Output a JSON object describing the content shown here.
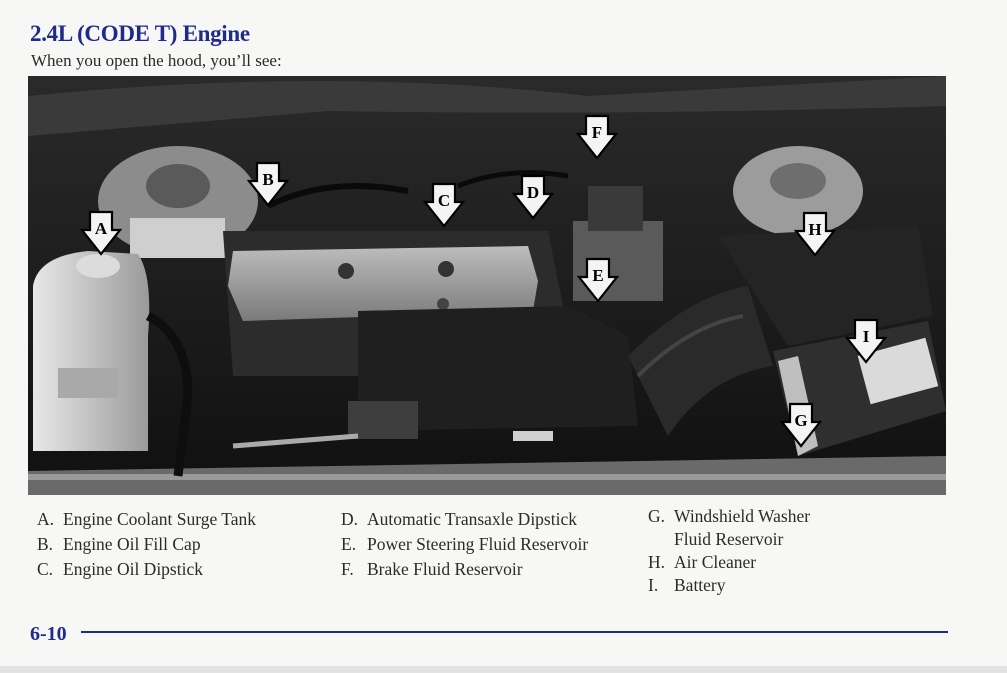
{
  "header": {
    "title": "2.4L (CODE T) Engine",
    "subtitle": "When you open the hood, you’ll see:"
  },
  "photo": {
    "markers": [
      {
        "letter": "A",
        "name": "engine-coolant-surge-tank"
      },
      {
        "letter": "B",
        "name": "engine-oil-fill-cap"
      },
      {
        "letter": "C",
        "name": "engine-oil-dipstick"
      },
      {
        "letter": "D",
        "name": "automatic-transaxle-dipstick"
      },
      {
        "letter": "E",
        "name": "power-steering-fluid-reservoir"
      },
      {
        "letter": "F",
        "name": "brake-fluid-reservoir"
      },
      {
        "letter": "G",
        "name": "windshield-washer-fluid-reservoir"
      },
      {
        "letter": "H",
        "name": "air-cleaner"
      },
      {
        "letter": "I",
        "name": "battery"
      }
    ]
  },
  "legend": {
    "col1": [
      {
        "key": "A.",
        "text": "Engine Coolant Surge Tank"
      },
      {
        "key": "B.",
        "text": "Engine Oil Fill Cap"
      },
      {
        "key": "C.",
        "text": "Engine Oil Dipstick"
      }
    ],
    "col2": [
      {
        "key": "D.",
        "text": "Automatic Transaxle Dipstick"
      },
      {
        "key": "E.",
        "text": "Power Steering Fluid Reservoir"
      },
      {
        "key": "F.",
        "text": "Brake Fluid Reservoir"
      }
    ],
    "col3": [
      {
        "key": "G.",
        "text": "Windshield Washer Fluid Reservoir"
      },
      {
        "key": "H.",
        "text": "Air Cleaner"
      },
      {
        "key": "I.",
        "text": "Battery"
      }
    ]
  },
  "footer": {
    "page_number": "6-10"
  },
  "colors": {
    "heading_blue": "#1e2a8c"
  }
}
